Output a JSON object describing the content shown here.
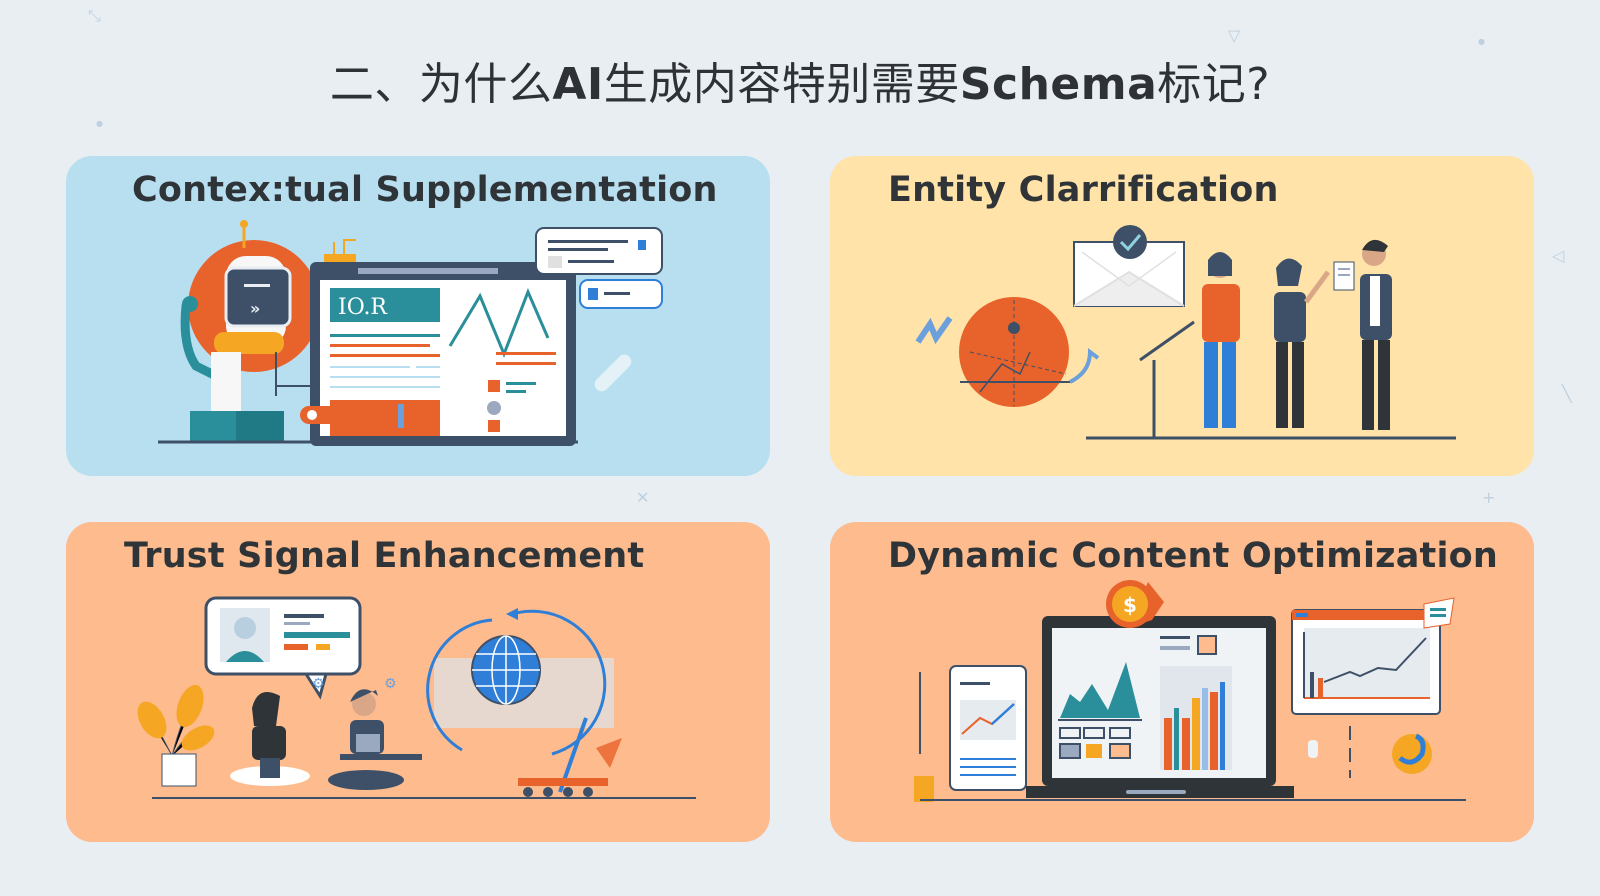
{
  "page": {
    "title_parts": [
      "二、为什么",
      "AI",
      "生成内容特别需要",
      "Schema",
      "标记?"
    ],
    "background_color": "#e8eef2"
  },
  "cards": [
    {
      "title": "Contex:tual Supplementation",
      "bg_color": "#b8dff0",
      "illustration": "robot-and-dashboard",
      "screen_label": "IO.R"
    },
    {
      "title": "Entity Clarrification",
      "bg_color": "#ffe3a8",
      "illustration": "people-with-verified-envelope"
    },
    {
      "title": "Trust Signal Enhancement",
      "bg_color": "#fdbb8e",
      "illustration": "people-with-profile-card-and-globe"
    },
    {
      "title": "Dynamic Content Optimization",
      "bg_color": "#fdbb8e",
      "illustration": "laptop-with-charts-and-dollar-badge",
      "badge_symbol": "$"
    }
  ],
  "colors": {
    "teal": "#2a8f9a",
    "orange": "#e8622c",
    "navy": "#3e5068",
    "yellow": "#f5a623",
    "blue": "#2f7fd8",
    "dark": "#2f3438"
  }
}
